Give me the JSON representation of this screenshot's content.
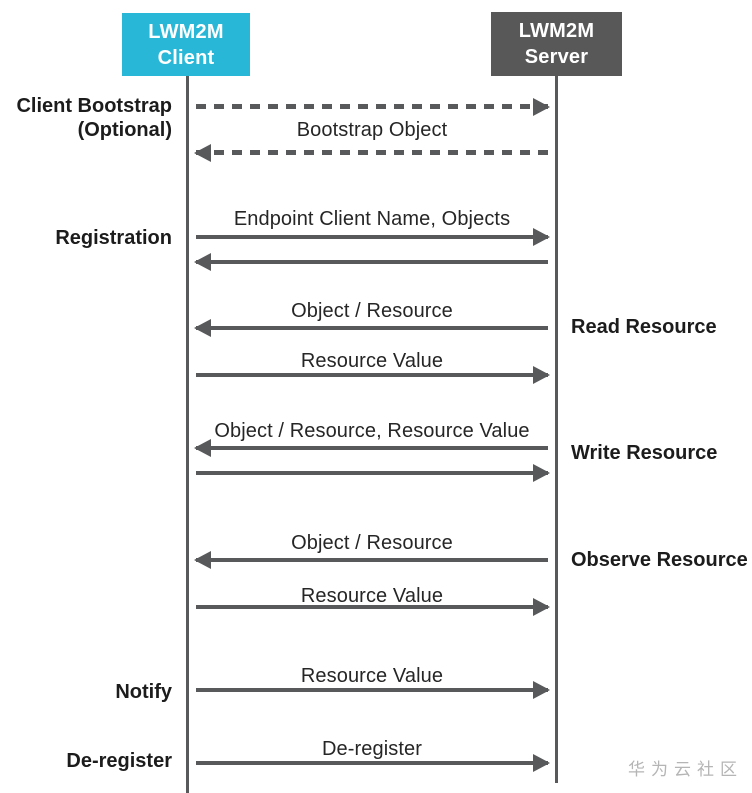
{
  "actors": {
    "client": {
      "line1": "LWM2M",
      "line2": "Client"
    },
    "server": {
      "line1": "LWM2M",
      "line2": "Server"
    }
  },
  "side_labels": {
    "client_bootstrap_line1": "Client Bootstrap",
    "client_bootstrap_line2": "(Optional)",
    "registration": "Registration",
    "notify": "Notify",
    "deregister": "De-register",
    "read_resource": "Read Resource",
    "write_resource": "Write Resource",
    "observe_resource": "Observe Resource"
  },
  "messages": {
    "bootstrap_object": "Bootstrap Object",
    "endpoint_client_name": "Endpoint Client Name, Objects",
    "read_request": "Object / Resource",
    "read_response": "Resource Value",
    "write_request": "Object / Resource, Resource Value",
    "observe_request": "Object / Resource",
    "observe_response": "Resource Value",
    "notify_value": "Resource Value",
    "deregister_msg": "De-register"
  },
  "watermark": "华为云社区",
  "colors": {
    "client_box": "#29B7D8",
    "server_box": "#595859",
    "arrow": "#58595B",
    "label_text": "#1C1C1C",
    "message_text": "#262626",
    "watermark_text": "#B5B5B5"
  }
}
